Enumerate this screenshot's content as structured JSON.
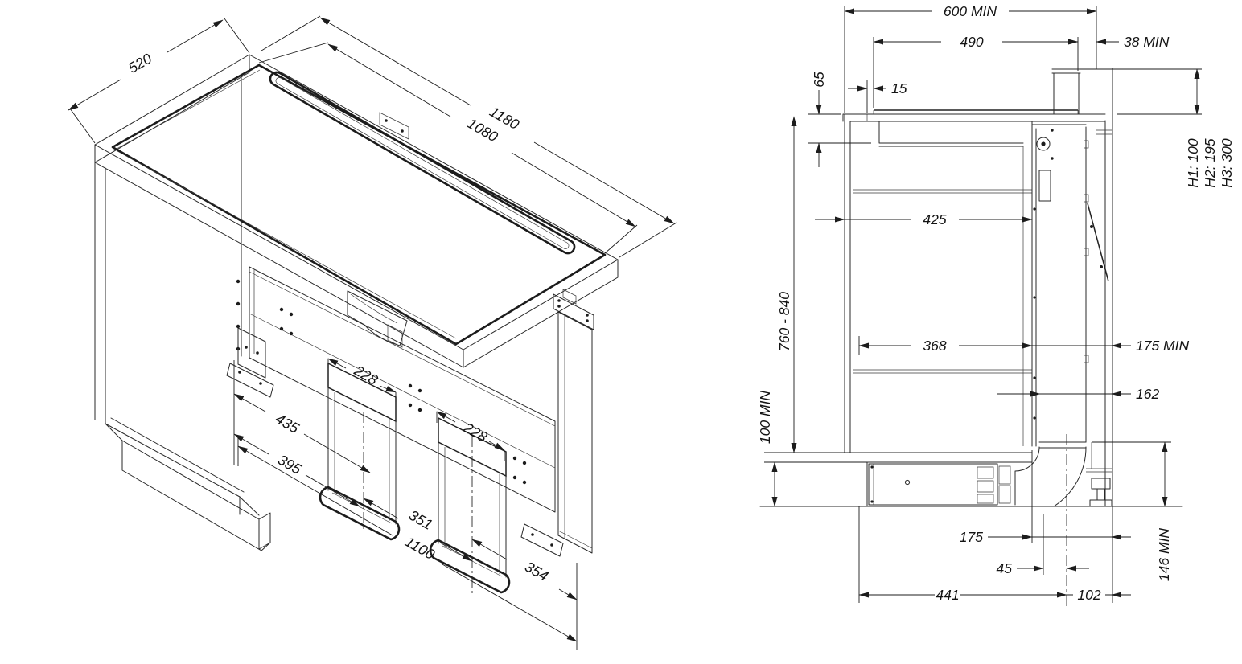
{
  "page": {
    "title": "Downdraft extractor hob installation drawing",
    "background": "#ffffff",
    "line_color": "#1f1f1f"
  },
  "isometric_view": {
    "label": "isometric installation view",
    "dims": {
      "worktop_depth": "520",
      "cutout_length": "1180",
      "hob_length": "1080",
      "duct1_width": "228",
      "duct2_width": "228",
      "left_offset_outer": "435",
      "left_offset_inner": "395",
      "duct_spacing": "351",
      "cabinet_inner_width": "1100",
      "right_offset": "354"
    }
  },
  "section_view": {
    "label": "side section view",
    "dims": {
      "worktop_depth_min": "600 MIN",
      "cutout_depth": "490",
      "rear_gap_min": "38 MIN",
      "hob_recess_depth": "65",
      "front_setback": "15",
      "chimney_heights": [
        "H1: 100",
        "H2: 195",
        "H3: 300"
      ],
      "inner_clearance_top": "425",
      "worktop_height_range": "760 - 840",
      "inner_clearance_bottom": "368",
      "rear_clearance_min": "175 MIN",
      "duct_housing_depth": "162",
      "plinth_height_min": "100 MIN",
      "outlet_rear_offset": "175",
      "outlet_centre_offset": "45",
      "motor_length_offset": "441",
      "centre_to_rear": "102",
      "outlet_height_min": "146 MIN"
    }
  }
}
